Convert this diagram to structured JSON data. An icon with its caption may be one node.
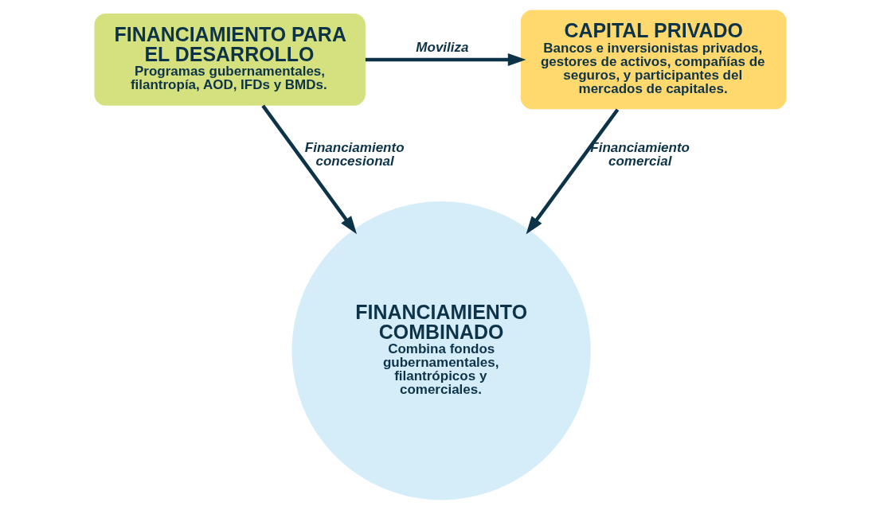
{
  "diagram": {
    "nodes": [
      {
        "text": [
          "FINANCIAMIENTO PARA EL DESARROLLO",
          "Programas gubernamentales, filantropía, AOD, IFDs y BMDs."
        ]
      },
      {
        "text": [
          "CAPITAL PRIVADO",
          "Bancos e inversionistas privados, gestores de activos, compañías de seguros, y participantes del mercados de capitales."
        ]
      },
      {
        "text": [
          "FINANCIAMIENTO COMBINADO",
          "Combina fondos gubernamentales, filantrópicos y comerciales."
        ]
      }
    ],
    "edges": [
      {
        "from": 0,
        "to": 1,
        "arrow": "to",
        "label": "Moviliza"
      },
      {
        "from": 0,
        "to": 2,
        "arrow": "to",
        "label": "Financiamiento concesional"
      },
      {
        "from": 1,
        "to": 2,
        "arrow": "to",
        "label": "Financiamiento comercial"
      }
    ]
  }
}
